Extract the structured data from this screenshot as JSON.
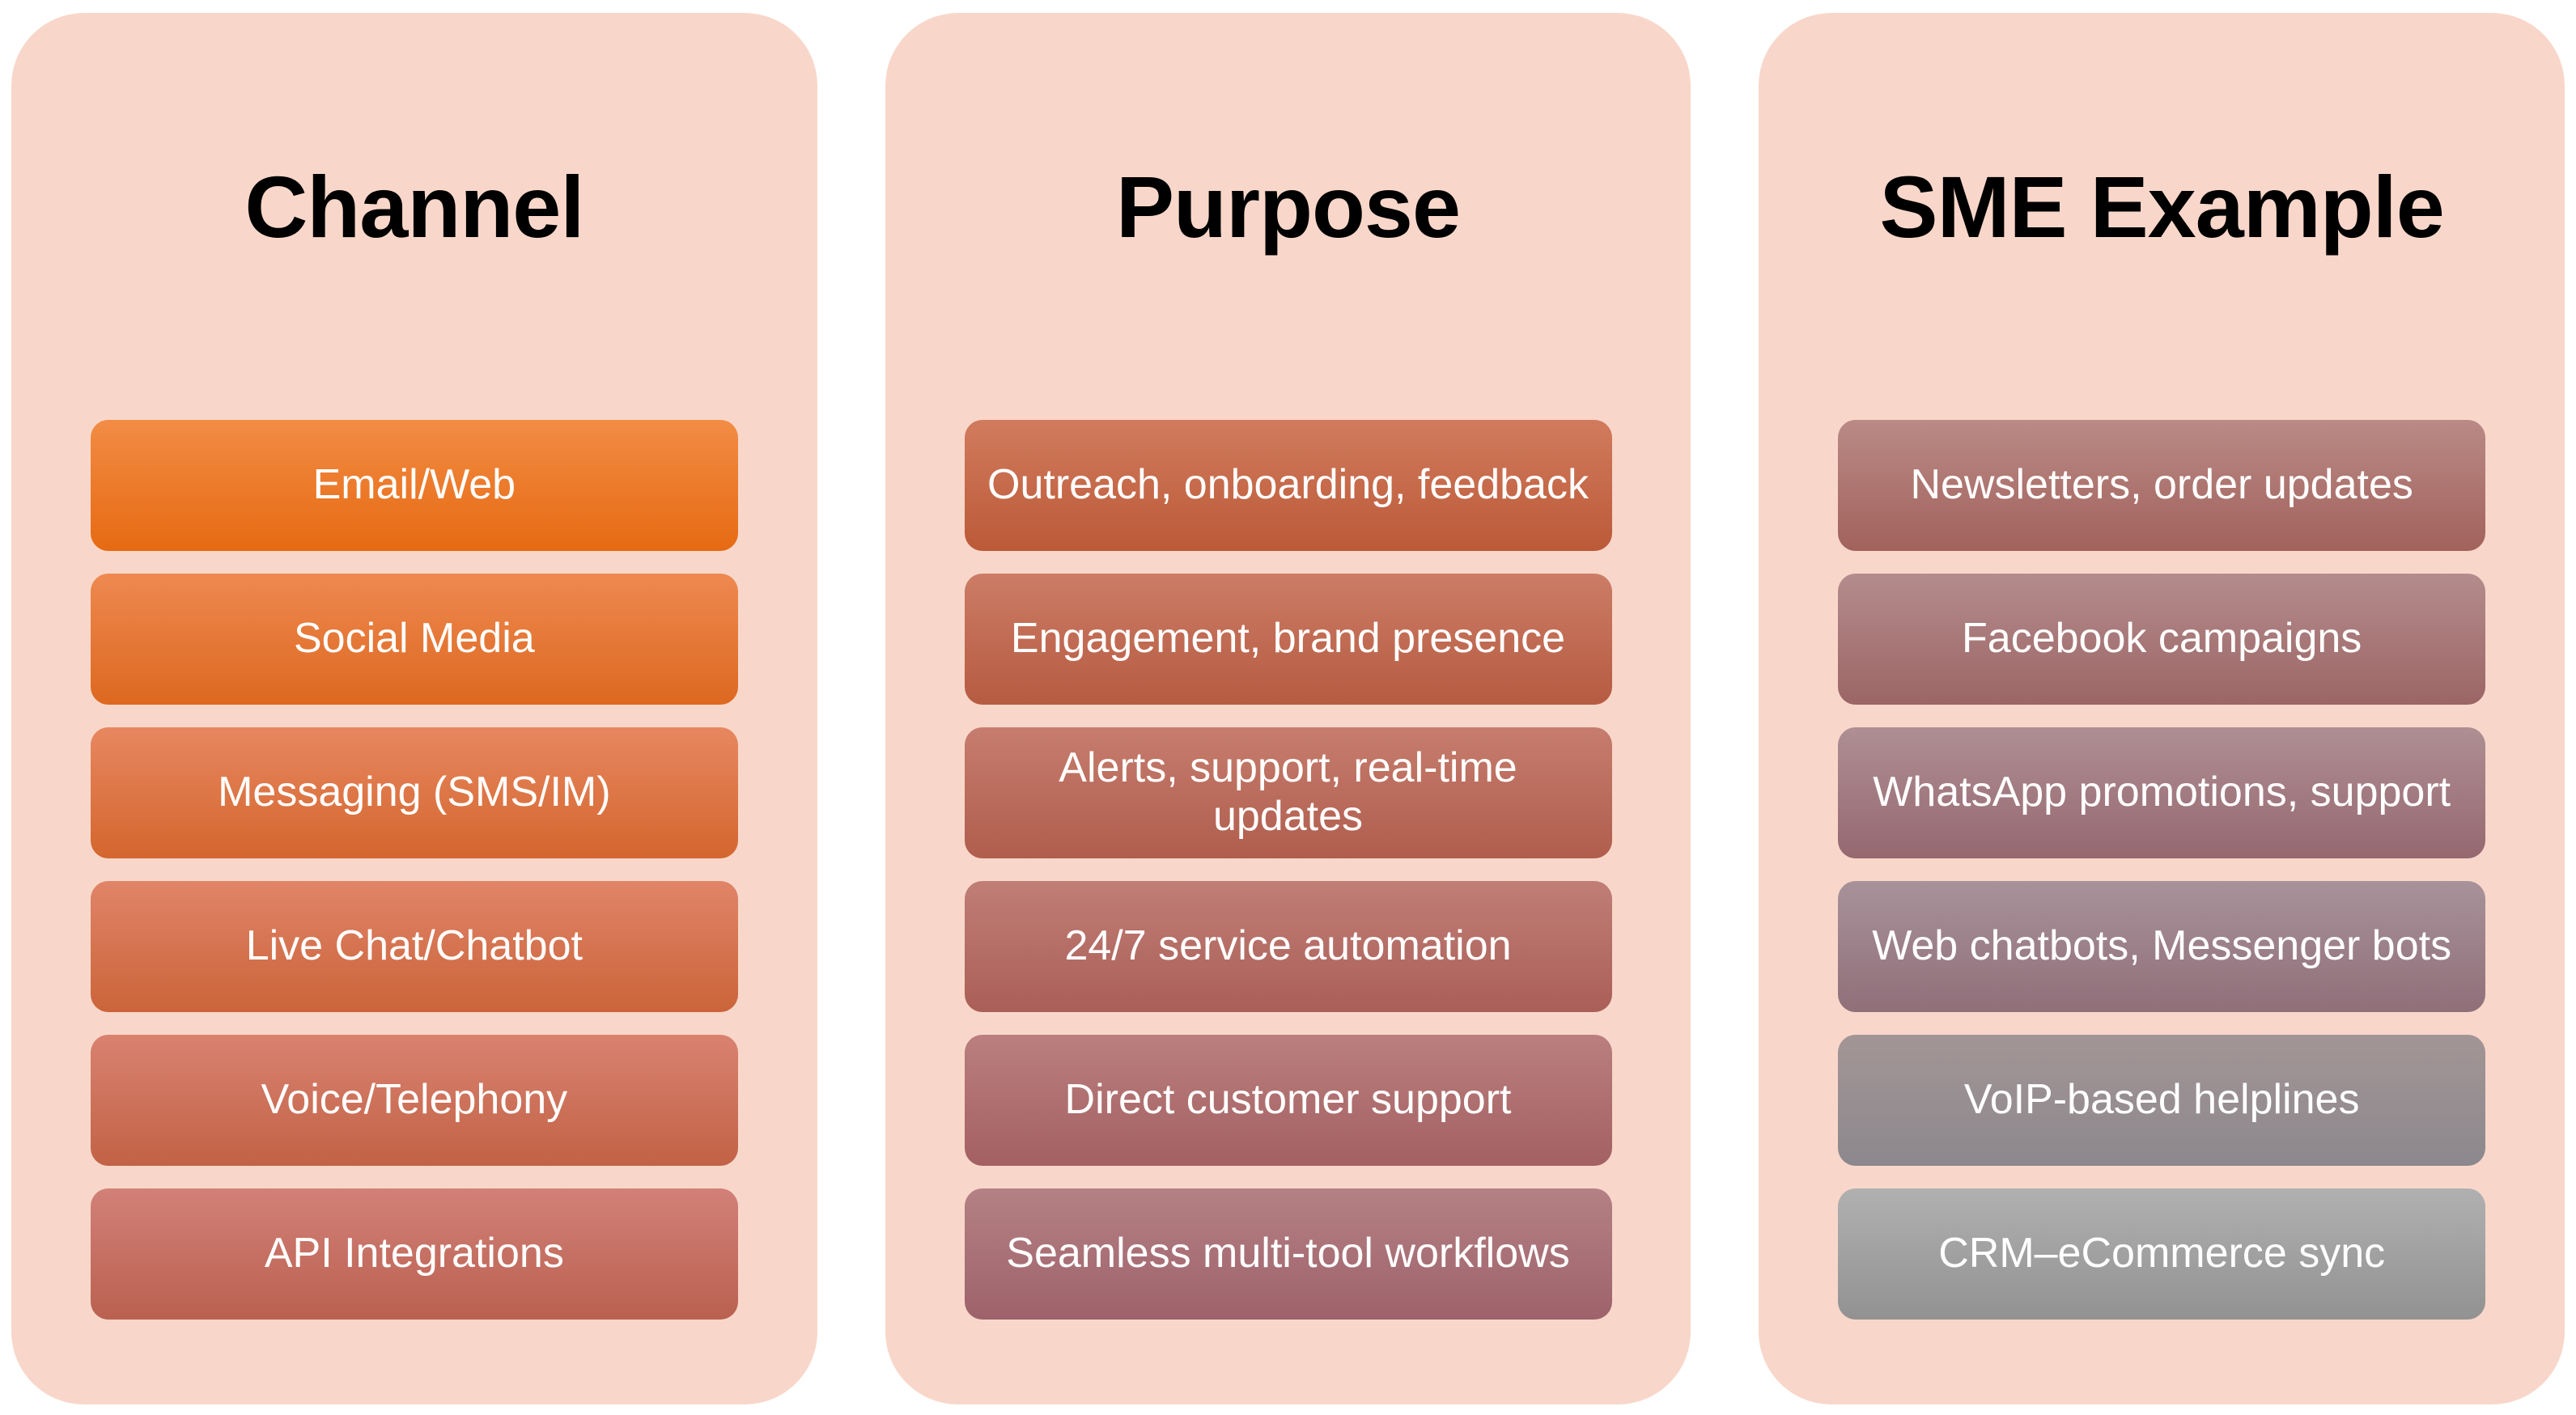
{
  "theme": {
    "page_bg": "#FFFFFF",
    "card_bg": "#F8D7CA",
    "header_text_color": "#000000",
    "box_text_color": "#FFFFFF"
  },
  "diagram": {
    "columns": [
      {
        "title": "Channel",
        "boxes": [
          {
            "label": "Email/Web",
            "gradient": {
              "top": "#F28C45",
              "bottom": "#E66A12"
            }
          },
          {
            "label": "Social Media",
            "gradient": {
              "top": "#EE8950",
              "bottom": "#DD6820"
            }
          },
          {
            "label": "Messaging (SMS/IM)",
            "gradient": {
              "top": "#E78760",
              "bottom": "#D4662E"
            }
          },
          {
            "label": "Live Chat/Chatbot",
            "gradient": {
              "top": "#E08468",
              "bottom": "#CB643A"
            }
          },
          {
            "label": "Voice/Telephony",
            "gradient": {
              "top": "#D98270",
              "bottom": "#C26246"
            }
          },
          {
            "label": "API Integrations",
            "gradient": {
              "top": "#D28078",
              "bottom": "#BA6150"
            }
          }
        ]
      },
      {
        "title": "Purpose",
        "boxes": [
          {
            "label": "Outreach, onboarding, feedback",
            "gradient": {
              "top": "#D17B5E",
              "bottom": "#BB5A38"
            }
          },
          {
            "label": "Engagement, brand presence",
            "gradient": {
              "top": "#CC7C66",
              "bottom": "#B65B42"
            }
          },
          {
            "label": "Alerts, support, real-time\nupdates",
            "gradient": {
              "top": "#C67D6E",
              "bottom": "#B05D4D"
            }
          },
          {
            "label": "24/7 service automation",
            "gradient": {
              "top": "#C07E76",
              "bottom": "#AA5F58"
            }
          },
          {
            "label": "Direct customer support",
            "gradient": {
              "top": "#BA7F7E",
              "bottom": "#A46062"
            }
          },
          {
            "label": "Seamless multi-tool workflows",
            "gradient": {
              "top": "#B48184",
              "bottom": "#9E626B"
            }
          }
        ]
      },
      {
        "title": "SME Example",
        "boxes": [
          {
            "label": "Newsletters, order updates",
            "gradient": {
              "top": "#BA8A86",
              "bottom": "#A2625C"
            }
          },
          {
            "label": "Facebook campaigns",
            "gradient": {
              "top": "#B48C8D",
              "bottom": "#9C6565"
            }
          },
          {
            "label": "WhatsApp promotions, support",
            "gradient": {
              "top": "#AE8F93",
              "bottom": "#966870"
            }
          },
          {
            "label": "Web chatbots, Messenger bots",
            "gradient": {
              "top": "#A8929A",
              "bottom": "#906F79"
            }
          },
          {
            "label": "VoIP-based helplines",
            "gradient": {
              "top": "#A39596",
              "bottom": "#8C888D"
            }
          },
          {
            "label": "CRM–eCommerce sync",
            "gradient": {
              "top": "#B0B0B0",
              "bottom": "#929292"
            }
          }
        ]
      }
    ]
  }
}
